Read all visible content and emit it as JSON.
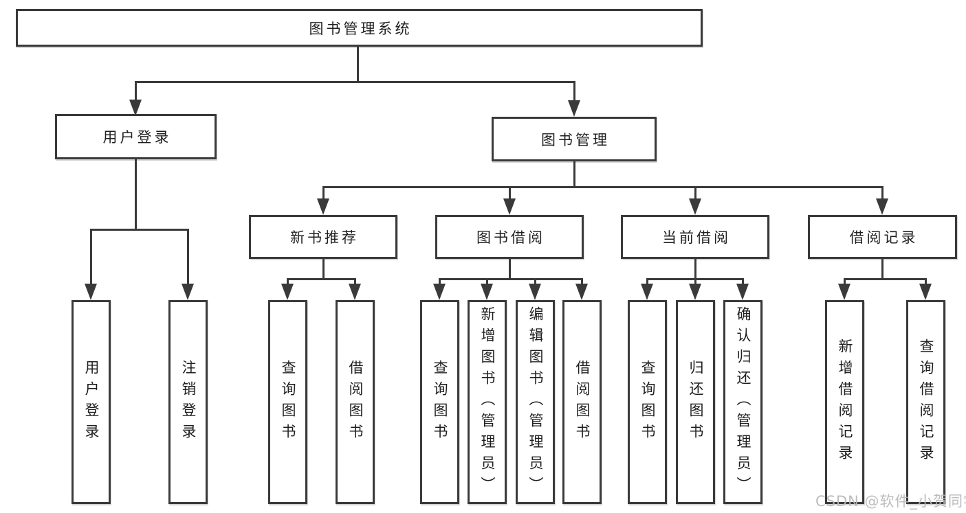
{
  "colors": {
    "line": "#3a3a3c",
    "background": "#ffffff",
    "watermark": "#b9b9b9"
  },
  "watermark": {
    "text": "CSDN @软件_小贺同学"
  },
  "tree": {
    "label": "图书管理系统",
    "children": [
      {
        "label": "用户登录",
        "children": [
          {
            "label": "用户登录"
          },
          {
            "label": "注销登录"
          }
        ]
      },
      {
        "label": "图书管理",
        "children": [
          {
            "label": "新书推荐",
            "children": [
              {
                "label": "查询图书"
              },
              {
                "label": "借阅图书"
              }
            ]
          },
          {
            "label": "图书借阅",
            "children": [
              {
                "label": "查询图书"
              },
              {
                "label": "新增图书（管理员）"
              },
              {
                "label": "编辑图书（管理员）"
              },
              {
                "label": "借阅图书"
              }
            ]
          },
          {
            "label": "当前借阅",
            "children": [
              {
                "label": "查询图书"
              },
              {
                "label": "归还图书"
              },
              {
                "label": "确认归还（管理员）"
              }
            ]
          },
          {
            "label": "借阅记录",
            "children": [
              {
                "label": "新增借阅记录"
              },
              {
                "label": "查询借阅记录"
              }
            ]
          }
        ]
      }
    ]
  }
}
